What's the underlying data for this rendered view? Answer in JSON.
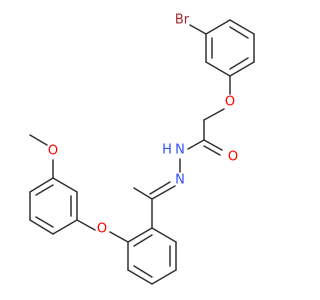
{
  "colors": {
    "bond": "#303030",
    "carbon": "#303030",
    "oxygen": "#ff0000",
    "nitrogen": "#3050f8",
    "bromine": "#a62929",
    "hydrogen": "#303030"
  },
  "atom_labels": {
    "br": "Br",
    "o_phenoxy": "O",
    "o_carbonyl": "O",
    "nh_n": "N",
    "nh_h": "H",
    "n_imine": "N",
    "o_benzyl_ether": "O",
    "o_methoxy": "O"
  }
}
